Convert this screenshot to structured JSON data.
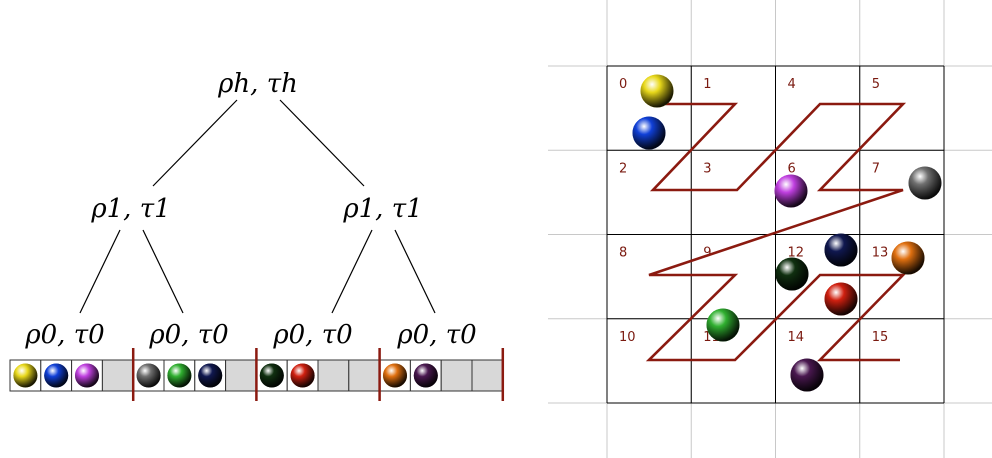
{
  "colors": {
    "yellow": "#e8d81a",
    "blue": "#1040d8",
    "magenta": "#c040e0",
    "gray": "#707070",
    "green": "#30b030",
    "navy": "#101850",
    "darkgreen": "#103010",
    "red": "#d02010",
    "orange": "#e07010",
    "purple": "#4a1850",
    "curve": "#8b1a10",
    "cell_text": "#7a1a10",
    "grid_light": "#c8c8c8",
    "grid_dark": "#000000",
    "slot_empty": "#d8d8d8"
  },
  "tree": {
    "root": {
      "label": "ρh, τh"
    },
    "level1": [
      {
        "label": "ρ1, τ1"
      },
      {
        "label": "ρ1, τ1"
      }
    ],
    "level0": [
      {
        "label": "ρ0, τ0",
        "balls": [
          "yellow",
          "blue",
          "magenta",
          null
        ]
      },
      {
        "label": "ρ0, τ0",
        "balls": [
          "gray",
          "green",
          "navy",
          null
        ]
      },
      {
        "label": "ρ0, τ0",
        "balls": [
          "darkgreen",
          "red",
          null,
          null
        ]
      },
      {
        "label": "ρ0, τ0",
        "balls": [
          "orange",
          "purple",
          null,
          null
        ]
      }
    ]
  },
  "grid": {
    "cells": [
      {
        "num": "0",
        "row": 0,
        "col": 0
      },
      {
        "num": "1",
        "row": 0,
        "col": 1
      },
      {
        "num": "4",
        "row": 0,
        "col": 2
      },
      {
        "num": "5",
        "row": 0,
        "col": 3
      },
      {
        "num": "2",
        "row": 1,
        "col": 0
      },
      {
        "num": "3",
        "row": 1,
        "col": 1
      },
      {
        "num": "6",
        "row": 1,
        "col": 2
      },
      {
        "num": "7",
        "row": 1,
        "col": 3
      },
      {
        "num": "8",
        "row": 2,
        "col": 0
      },
      {
        "num": "9",
        "row": 2,
        "col": 1
      },
      {
        "num": "12",
        "row": 2,
        "col": 2
      },
      {
        "num": "13",
        "row": 2,
        "col": 3
      },
      {
        "num": "10",
        "row": 3,
        "col": 0
      },
      {
        "num": "11",
        "row": 3,
        "col": 1
      },
      {
        "num": "14",
        "row": 3,
        "col": 2
      },
      {
        "num": "15",
        "row": 3,
        "col": 3
      }
    ],
    "balls": [
      {
        "color": "yellow",
        "cell": "0"
      },
      {
        "color": "blue",
        "cell": "0"
      },
      {
        "color": "magenta",
        "cell": "6"
      },
      {
        "color": "gray",
        "cell": "7"
      },
      {
        "color": "navy",
        "cell": "12"
      },
      {
        "color": "darkgreen",
        "cell": "12"
      },
      {
        "color": "red",
        "cell": "12"
      },
      {
        "color": "orange",
        "cell": "13"
      },
      {
        "color": "green",
        "cell": "11"
      },
      {
        "color": "purple",
        "cell": "14"
      }
    ]
  }
}
